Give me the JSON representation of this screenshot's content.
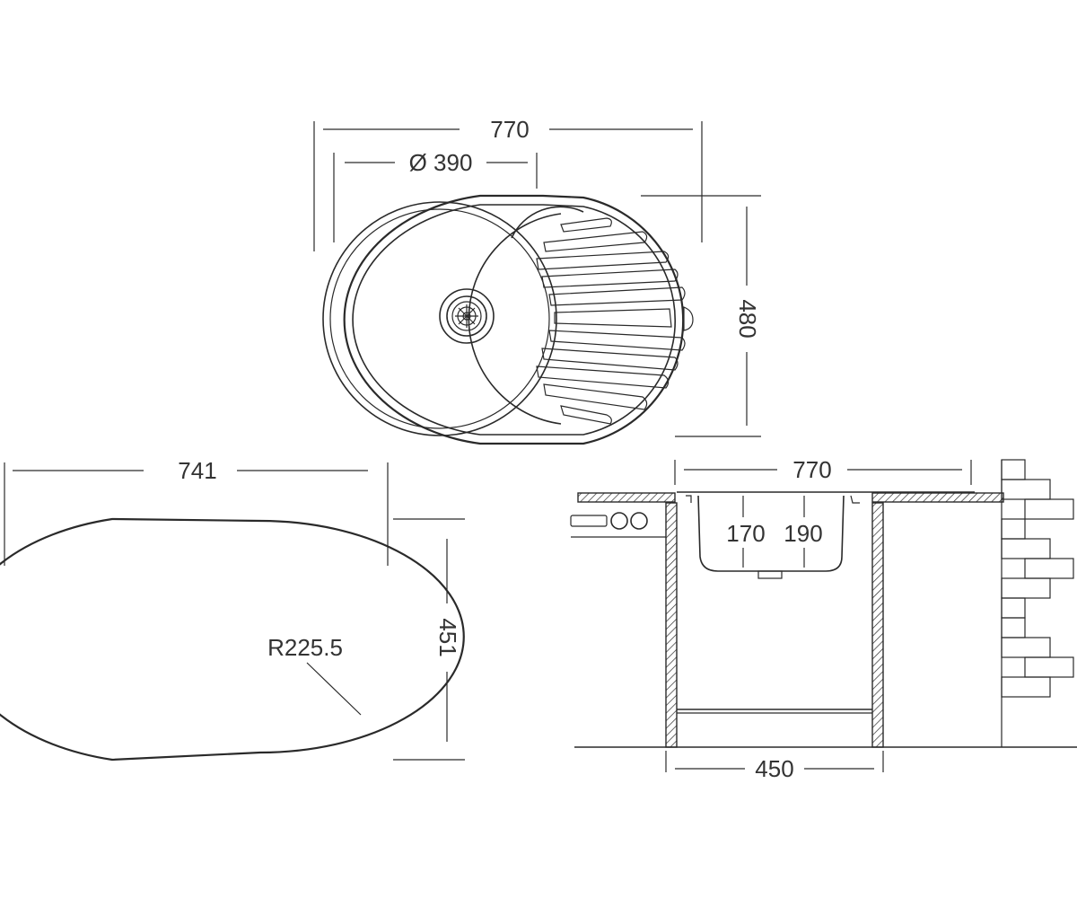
{
  "top_view": {
    "width_label": "770",
    "bowl_diameter_label": "Ø 390",
    "height_label": "480"
  },
  "cutout": {
    "width_label": "741",
    "height_label": "451",
    "radius_label": "R225.5"
  },
  "section": {
    "width_label": "770",
    "depth_label_a": "170",
    "depth_label_b": "190",
    "cabinet_label": "450"
  },
  "colors": {
    "stroke": "#2a2a2a",
    "text": "#333333"
  }
}
